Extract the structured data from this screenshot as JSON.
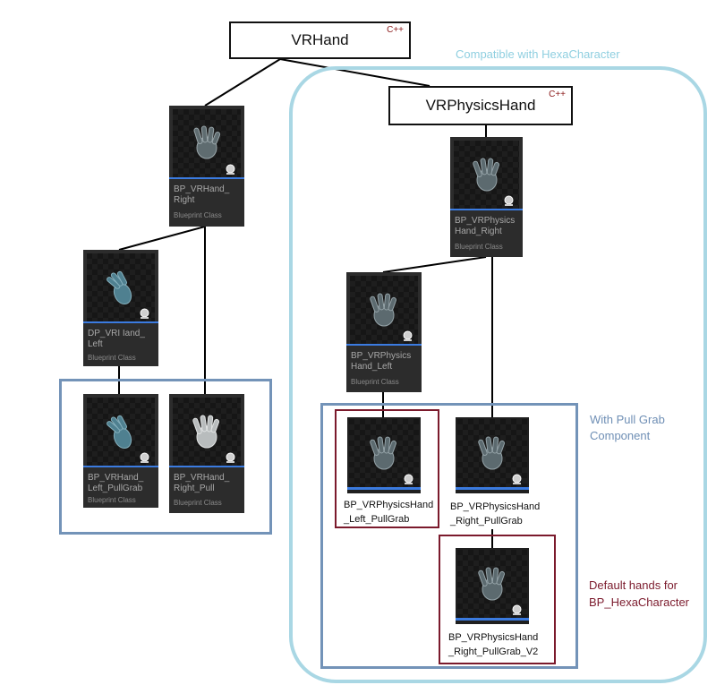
{
  "diagram": {
    "root": {
      "name": "VRHand",
      "tag": "C++"
    },
    "physics_root": {
      "name": "VRPhysicsHand",
      "tag": "C++"
    },
    "region_label": "Compatible with HexaCharacter",
    "group_label": "With Pull Grab\nComponent",
    "default_label": "Default hands for\nBP_HexaCharacter",
    "assets": [
      {
        "name": "BP_VRHand_\nRight",
        "type": "Blueprint Class"
      },
      {
        "name": "DP_VRI Iand_\nLeft",
        "type": "Blueprint Class"
      },
      {
        "name": "BP_VRHand_\nLeft_PullGrab",
        "type": "Blueprint Class"
      },
      {
        "name": "BP_VRHand_\nRight_Pull",
        "type": "Blueprint Class"
      },
      {
        "name": "BP_VRPhysics\nHand_Right",
        "type": "Blueprint Class"
      },
      {
        "name": "BP_VRPhysics\nHand_Left",
        "type": "Blueprint Class"
      },
      {
        "name": "BP_VRPhysicsHand\n_Left_PullGrab",
        "type": ""
      },
      {
        "name": "BP_VRPhysicsHand\n_Right_PullGrab",
        "type": ""
      },
      {
        "name": "BP_VRPhysicsHand\n_Right_PullGrab_V2",
        "type": ""
      }
    ],
    "colors": {
      "region": "#a9d7e4",
      "group": "#7393b8",
      "highlight": "#7b1a2c",
      "cpp": "#8b1a1a",
      "accent_bar": "#3b7be0"
    }
  }
}
